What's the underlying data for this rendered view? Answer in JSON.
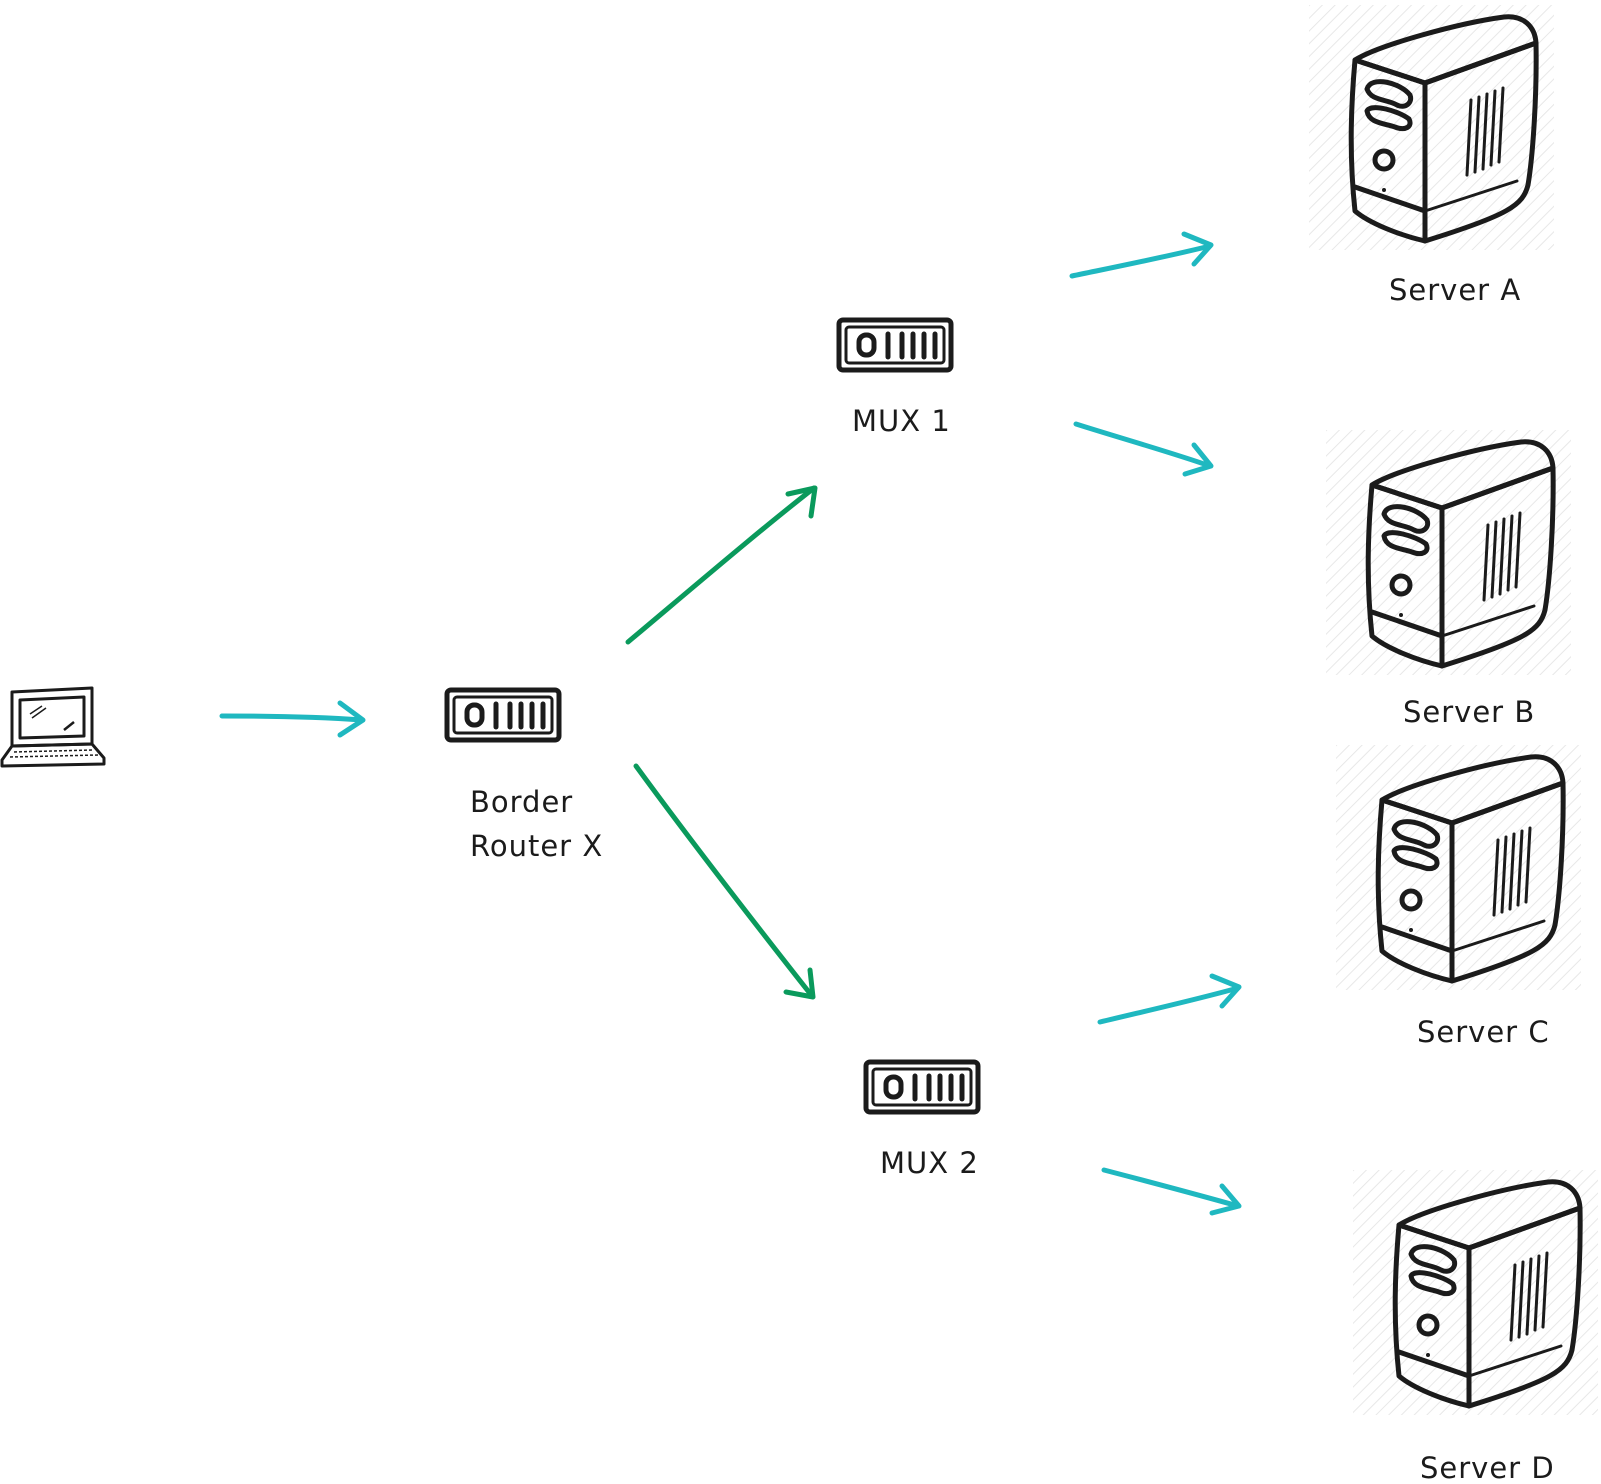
{
  "colors": {
    "ink": "#1b1b1b",
    "client_link": "#1fb8c0",
    "router_link": "#0a9a5c",
    "server_link": "#1fb8c0"
  },
  "nodes": {
    "client": {
      "icon": "laptop-icon",
      "label": ""
    },
    "border_router": {
      "icon": "router-icon",
      "label_line1": "Border",
      "label_line2": "Router X"
    },
    "mux1": {
      "icon": "router-icon",
      "label": "MUX 1"
    },
    "mux2": {
      "icon": "router-icon",
      "label": "MUX 2"
    },
    "servers": [
      {
        "icon": "server-tower-icon",
        "label": "Server A"
      },
      {
        "icon": "server-tower-icon",
        "label": "Server B"
      },
      {
        "icon": "server-tower-icon",
        "label": "Server C"
      },
      {
        "icon": "server-tower-icon",
        "label": "Server D"
      }
    ]
  },
  "edges": [
    {
      "from": "client",
      "to": "border_router",
      "kind": "client_link"
    },
    {
      "from": "border_router",
      "to": "mux1",
      "kind": "router_link"
    },
    {
      "from": "border_router",
      "to": "mux2",
      "kind": "router_link"
    },
    {
      "from": "mux1",
      "to": "Server A",
      "kind": "server_link"
    },
    {
      "from": "mux1",
      "to": "Server B",
      "kind": "server_link"
    },
    {
      "from": "mux2",
      "to": "Server C",
      "kind": "server_link"
    },
    {
      "from": "mux2",
      "to": "Server D",
      "kind": "server_link"
    }
  ]
}
